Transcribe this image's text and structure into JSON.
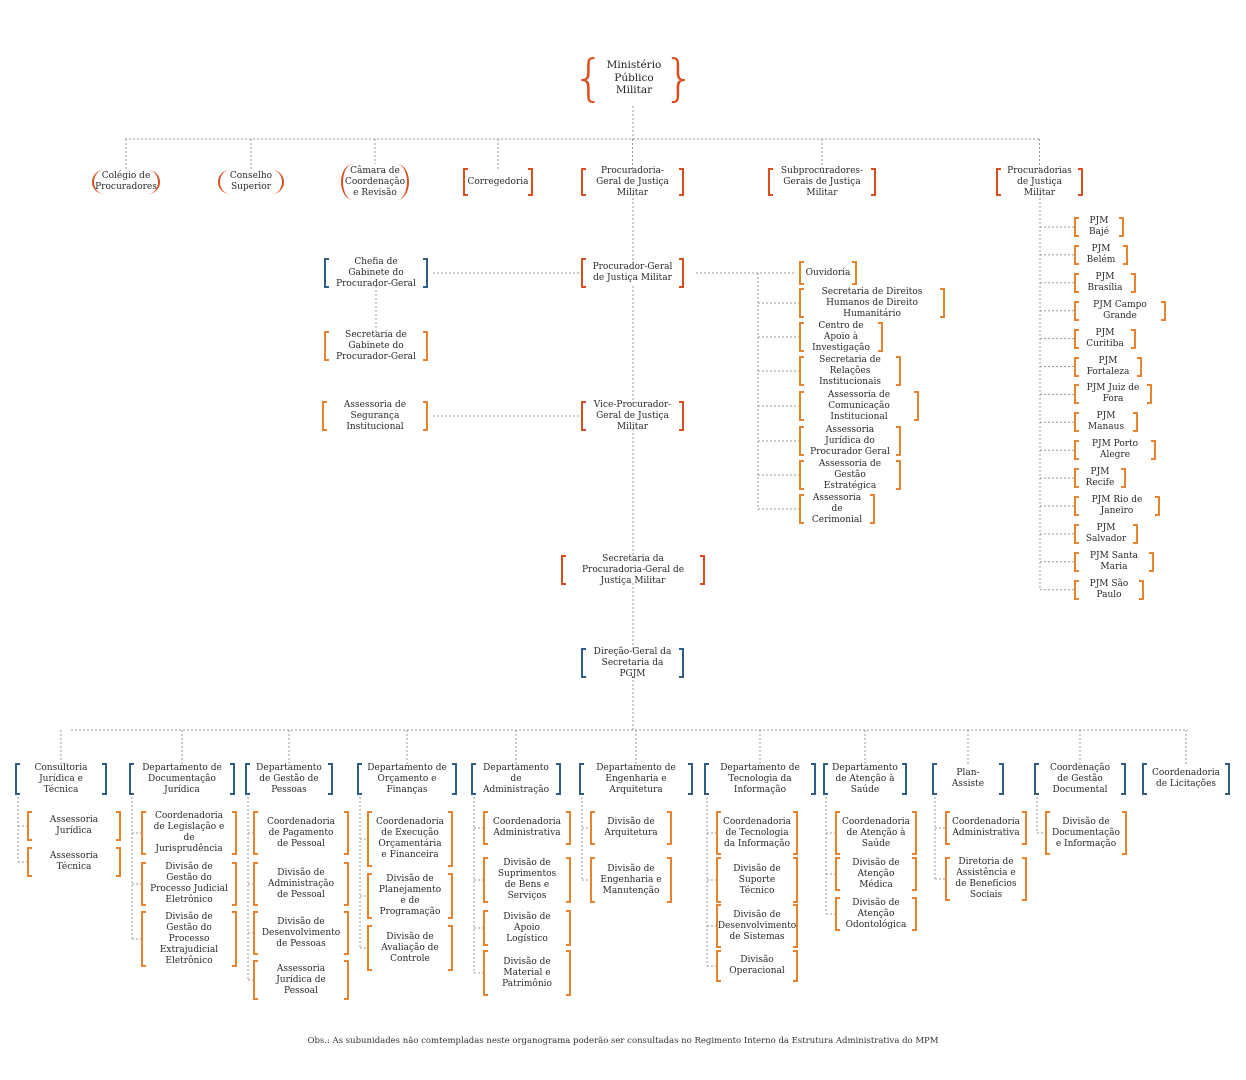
{
  "root": {
    "label": "Ministério Público Militar"
  },
  "top_level": [
    {
      "id": "colegio",
      "label": "Colégio de Procuradores"
    },
    {
      "id": "conselho",
      "label": "Conselho Superior"
    },
    {
      "id": "camara",
      "label": "Câmara de Coordenação e Revisão"
    },
    {
      "id": "corregedoria",
      "label": "Corregedoria"
    },
    {
      "id": "procuradoria",
      "label": "Procuradoria-Geral de Justiça Militar"
    },
    {
      "id": "subprocuradores",
      "label": "Subprocuradores-Gerais de Justiça Militar"
    },
    {
      "id": "procuradorias",
      "label": "Procuradorias de Justiça Militar"
    }
  ],
  "central": {
    "chefia": "Chefia de Gabinete do Procurador-Geral",
    "procurador_geral": "Procurador-Geral de Justiça Militar",
    "secretaria_gabinete": "Secretaria de Gabinete do Procurador-Geral",
    "assessoria_seguranca": "Assessoria de Segurança Institucional",
    "vice": "Vice-Procurador-Geral de Justiça Militar",
    "secretaria_pgjm": "Secretaria da Procuradoria-Geral de Justiça Militar",
    "direcao_geral": "Direção-Geral da Secretaria da PGJM"
  },
  "procurador_units": [
    "Ouvidoria",
    "Secretaria de Direitos Humanos de Direito Humanitário",
    "Centro de Apoio à Investigação",
    "Secretaria de Relações Institucionais",
    "Assessoria de Comunicação Institucional",
    "Assessoria Jurídica do Procurador Geral",
    "Assessoria de Gestão Estratégica",
    "Assessoria de Cerimonial"
  ],
  "pjm_list": [
    "PJM Bajé",
    "PJM Belém",
    "PJM Brasília",
    "PJM Campo Grande",
    "PJM Curitiba",
    "PJM Fortaleza",
    "PJM Juiz de Fora",
    "PJM Manaus",
    "PJM Porto Alegre",
    "PJM Recife",
    "PJM Rio de Janeiro",
    "PJM Salvador",
    "PJM Santa Maria",
    "PJM São Paulo"
  ],
  "departments": [
    {
      "label": "Consultoria Jurídica e Técnica",
      "children": [
        "Assessoria Jurídica",
        "Assessoria Técnica"
      ]
    },
    {
      "label": "Departamento de Documentação Jurídica",
      "children": [
        "Coordenadoria de Legislação e de Jurisprudência",
        "Divisão de Gestão do Processo Judicial Eletrônico",
        "Divisão de Gestão do Processo Extrajudicial Eletrônico"
      ]
    },
    {
      "label": "Departamento de Gestão de Pessoas",
      "children": [
        "Coordenadoria de Pagamento de Pessoal",
        "Divisão de Administração de Pessoal",
        "Divisão de Desenvolvimento de Pessoas",
        "Assessoria Jurídica de Pessoal"
      ]
    },
    {
      "label": "Departamento de Orçamento e Finanças",
      "children": [
        "Coordenadoria de Execução Orçamentária e Financeira",
        "Divisão de Planejamento e de Programação",
        "Divisão de Avaliação de Controle"
      ]
    },
    {
      "label": "Departamento de Administração",
      "children": [
        "Coordenadoria Administrativa",
        "Divisão de Suprimentos de Bens e Serviços",
        "Divisão de Apoio Logístico",
        "Divisão de Material e Patrimônio"
      ]
    },
    {
      "label": "Departamento de Engenharia e Arquitetura",
      "children": [
        "Divisão de Arquitetura",
        "Divisão de Engenharia e Manutenção"
      ]
    },
    {
      "label": "Departamento de Tecnologia da Informação",
      "children": [
        "Coordenadoria de Tecnologia da Informação",
        "Divisão de Suporte Técnico",
        "Divisão de Desenvolvimento de Sistemas",
        "Divisão Operacional"
      ]
    },
    {
      "label": "Departamento de Atenção à Saúde",
      "children": [
        "Coordenadoria de Atenção à Saúde",
        "Divisão de Atenção Médica",
        "Divisão de Atenção Odontológica"
      ]
    },
    {
      "label": "Plan- Assiste",
      "children": [
        "Coordenadoria Administrativa",
        "Diretoria de Assistência e de Benefícios Sociais"
      ]
    },
    {
      "label": "Coordenação de Gestão Documental",
      "children": [
        "Divisão de Documentação e Informação"
      ]
    },
    {
      "label": "Coordenadoria de Licitações",
      "children": []
    }
  ],
  "footnote": "Obs.: As subunidades não comtempladas neste organograma poderão ser consultadas no Regimento Interno da Estrutura Administrativa do MPM",
  "colors": {
    "orange": "#e8822c",
    "red": "#d94d1e",
    "blue": "#2e5d86",
    "line": "#9a9a9a"
  }
}
